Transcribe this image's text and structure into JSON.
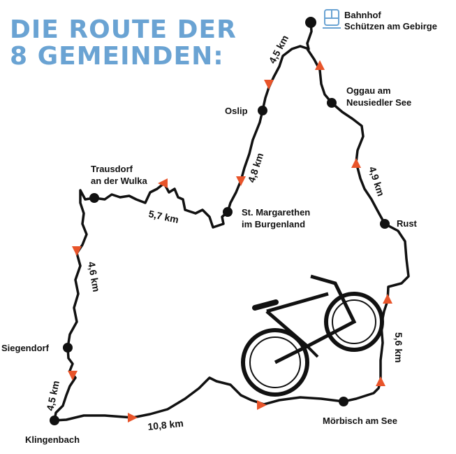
{
  "title": {
    "line1": "DIE ROUTE DER",
    "line2": "8 GEMEINDEN:"
  },
  "colors": {
    "title": "#6aa3d3",
    "route": "#111111",
    "arrow": "#e8542a",
    "station_icon": "#6aa3d3"
  },
  "stops": {
    "bahnhof_1": "Bahnhof",
    "bahnhof_2": "Schützen am Gebirge",
    "oslip": "Oslip",
    "st_margarethen_1": "St. Margarethen",
    "st_margarethen_2": "im Burgenland",
    "trausdorf_1": "Trausdorf",
    "trausdorf_2": "an der Wulka",
    "siegendorf": "Siegendorf",
    "klingenbach": "Klingenbach",
    "moerbisch": "Mörbisch am See",
    "rust": "Rust",
    "oggau_1": "Oggau am",
    "oggau_2": "Neusiedler See"
  },
  "distances": {
    "d1": "4,5 km",
    "d2": "4,8 km",
    "d3": "5,7 km",
    "d4": "4,6 km",
    "d5": "4,5 km",
    "d6": "10,8 km",
    "d7": "5,6 km",
    "d8": "4,9 km"
  },
  "icons": {
    "station": "train-icon",
    "bike": "bicycle-icon"
  }
}
